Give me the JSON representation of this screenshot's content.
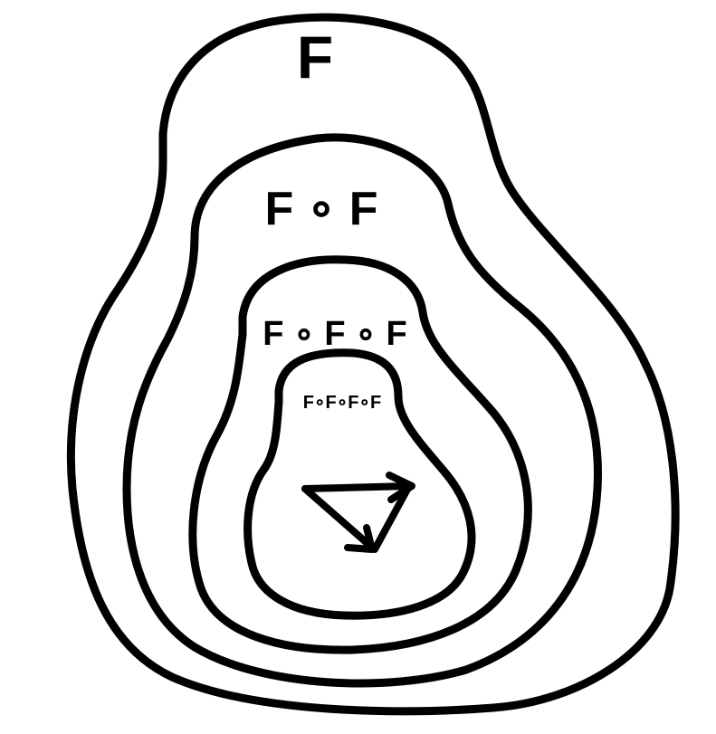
{
  "diagram": {
    "stroke_color": "#000000",
    "background_color": "#ffffff",
    "nested_regions": [
      {
        "level": 1,
        "label": "F"
      },
      {
        "level": 2,
        "label": "F ∘ F"
      },
      {
        "level": 3,
        "label": "F ∘ F ∘ F"
      },
      {
        "level": 4,
        "label": "F∘F∘F∘F"
      }
    ],
    "innermost_figure": "arrow-triangle-icon"
  }
}
